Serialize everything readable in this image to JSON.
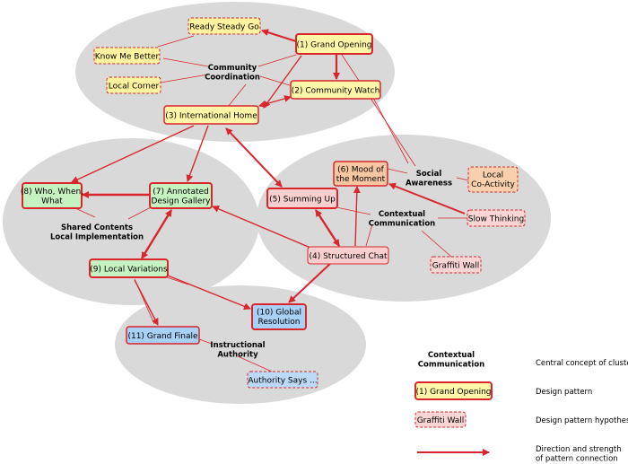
{
  "colors": {
    "cluster_fill": "#d9d9d9",
    "arrow": "#d9262c",
    "yellow": "#fff6a8",
    "green": "#c6f1c0",
    "pink": "#f8cfcf",
    "orange": "#f7c6a2",
    "blue": "#a9d0f5",
    "hyp_yellow": "#fff3a0",
    "hyp_orange": "#f8d0ae",
    "hyp_pink": "#f9d5d5",
    "hyp_blue": "#bcd9f6"
  },
  "clusters": {
    "community": "Community\nCoordination",
    "social": "Social\nAwareness",
    "contextual": "Contextual\nCommunication",
    "shared": "Shared Contents\nLocal Implementation",
    "instructional": "Instructional\nAuthority"
  },
  "nodes": {
    "grand_opening": "(1) Grand Opening",
    "community_watch": "(2) Community Watch",
    "international_home": "(3) International Home",
    "structured_chat": "(4) Structured Chat",
    "summing_up": "(5) Summing Up",
    "mood": "(6) Mood of\nthe Moment",
    "annotated": "(7) Annotated\nDesign Gallery",
    "who_when_what": "(8) Who, When,\nWhat",
    "local_variations": "(9) Local Variations",
    "global_resolution": "(10) Global\nResolution",
    "grand_finale": "(11) Grand Finale",
    "ready_steady_go": "Ready Steady Go",
    "know_me_better": "Know Me Better",
    "local_corner": "Local Corner",
    "local_coactivity": "Local\nCo-Activity",
    "slow_thinking": "Slow Thinking",
    "graffiti_wall": "Graffiti Wall",
    "authority_says": "Authority Says ..."
  },
  "legend": {
    "cluster_example": "Contextual\nCommunication",
    "cluster_desc": "Central concept of cluster",
    "pattern_example": "(1) Grand Opening",
    "pattern_desc": "Design pattern",
    "hypothesis_example": "Graffiti Wall",
    "hypothesis_desc": "Design pattern hypothesis",
    "arrow_desc": "Direction and strength\nof pattern connection"
  }
}
